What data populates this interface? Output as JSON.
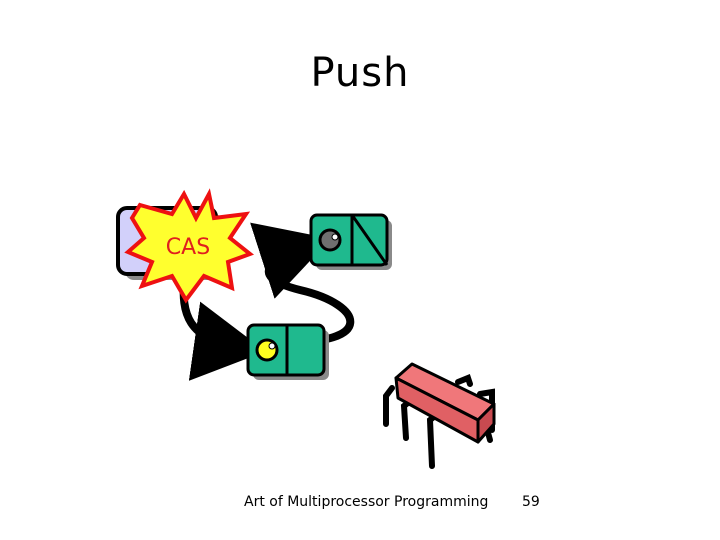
{
  "slide": {
    "title": "Push",
    "footer": "Art of Multiprocessor Programming",
    "page_number": "59"
  },
  "diagram": {
    "cas_label": "CAS"
  },
  "colors": {
    "top_box_fill": "#d2d0fa",
    "node_fill": "#1fb98e",
    "cas_burst_fill": "#ffff2e",
    "cas_burst_stroke": "#ee1111",
    "cas_text": "#e01e1e",
    "thread_fill": "#f0777a",
    "new_node_dot": "#ffff20",
    "old_node_dot": "#6f6f6f"
  },
  "icons": {
    "cas_burst": "starburst-icon",
    "thread": "multiprocessor-chip-icon"
  }
}
